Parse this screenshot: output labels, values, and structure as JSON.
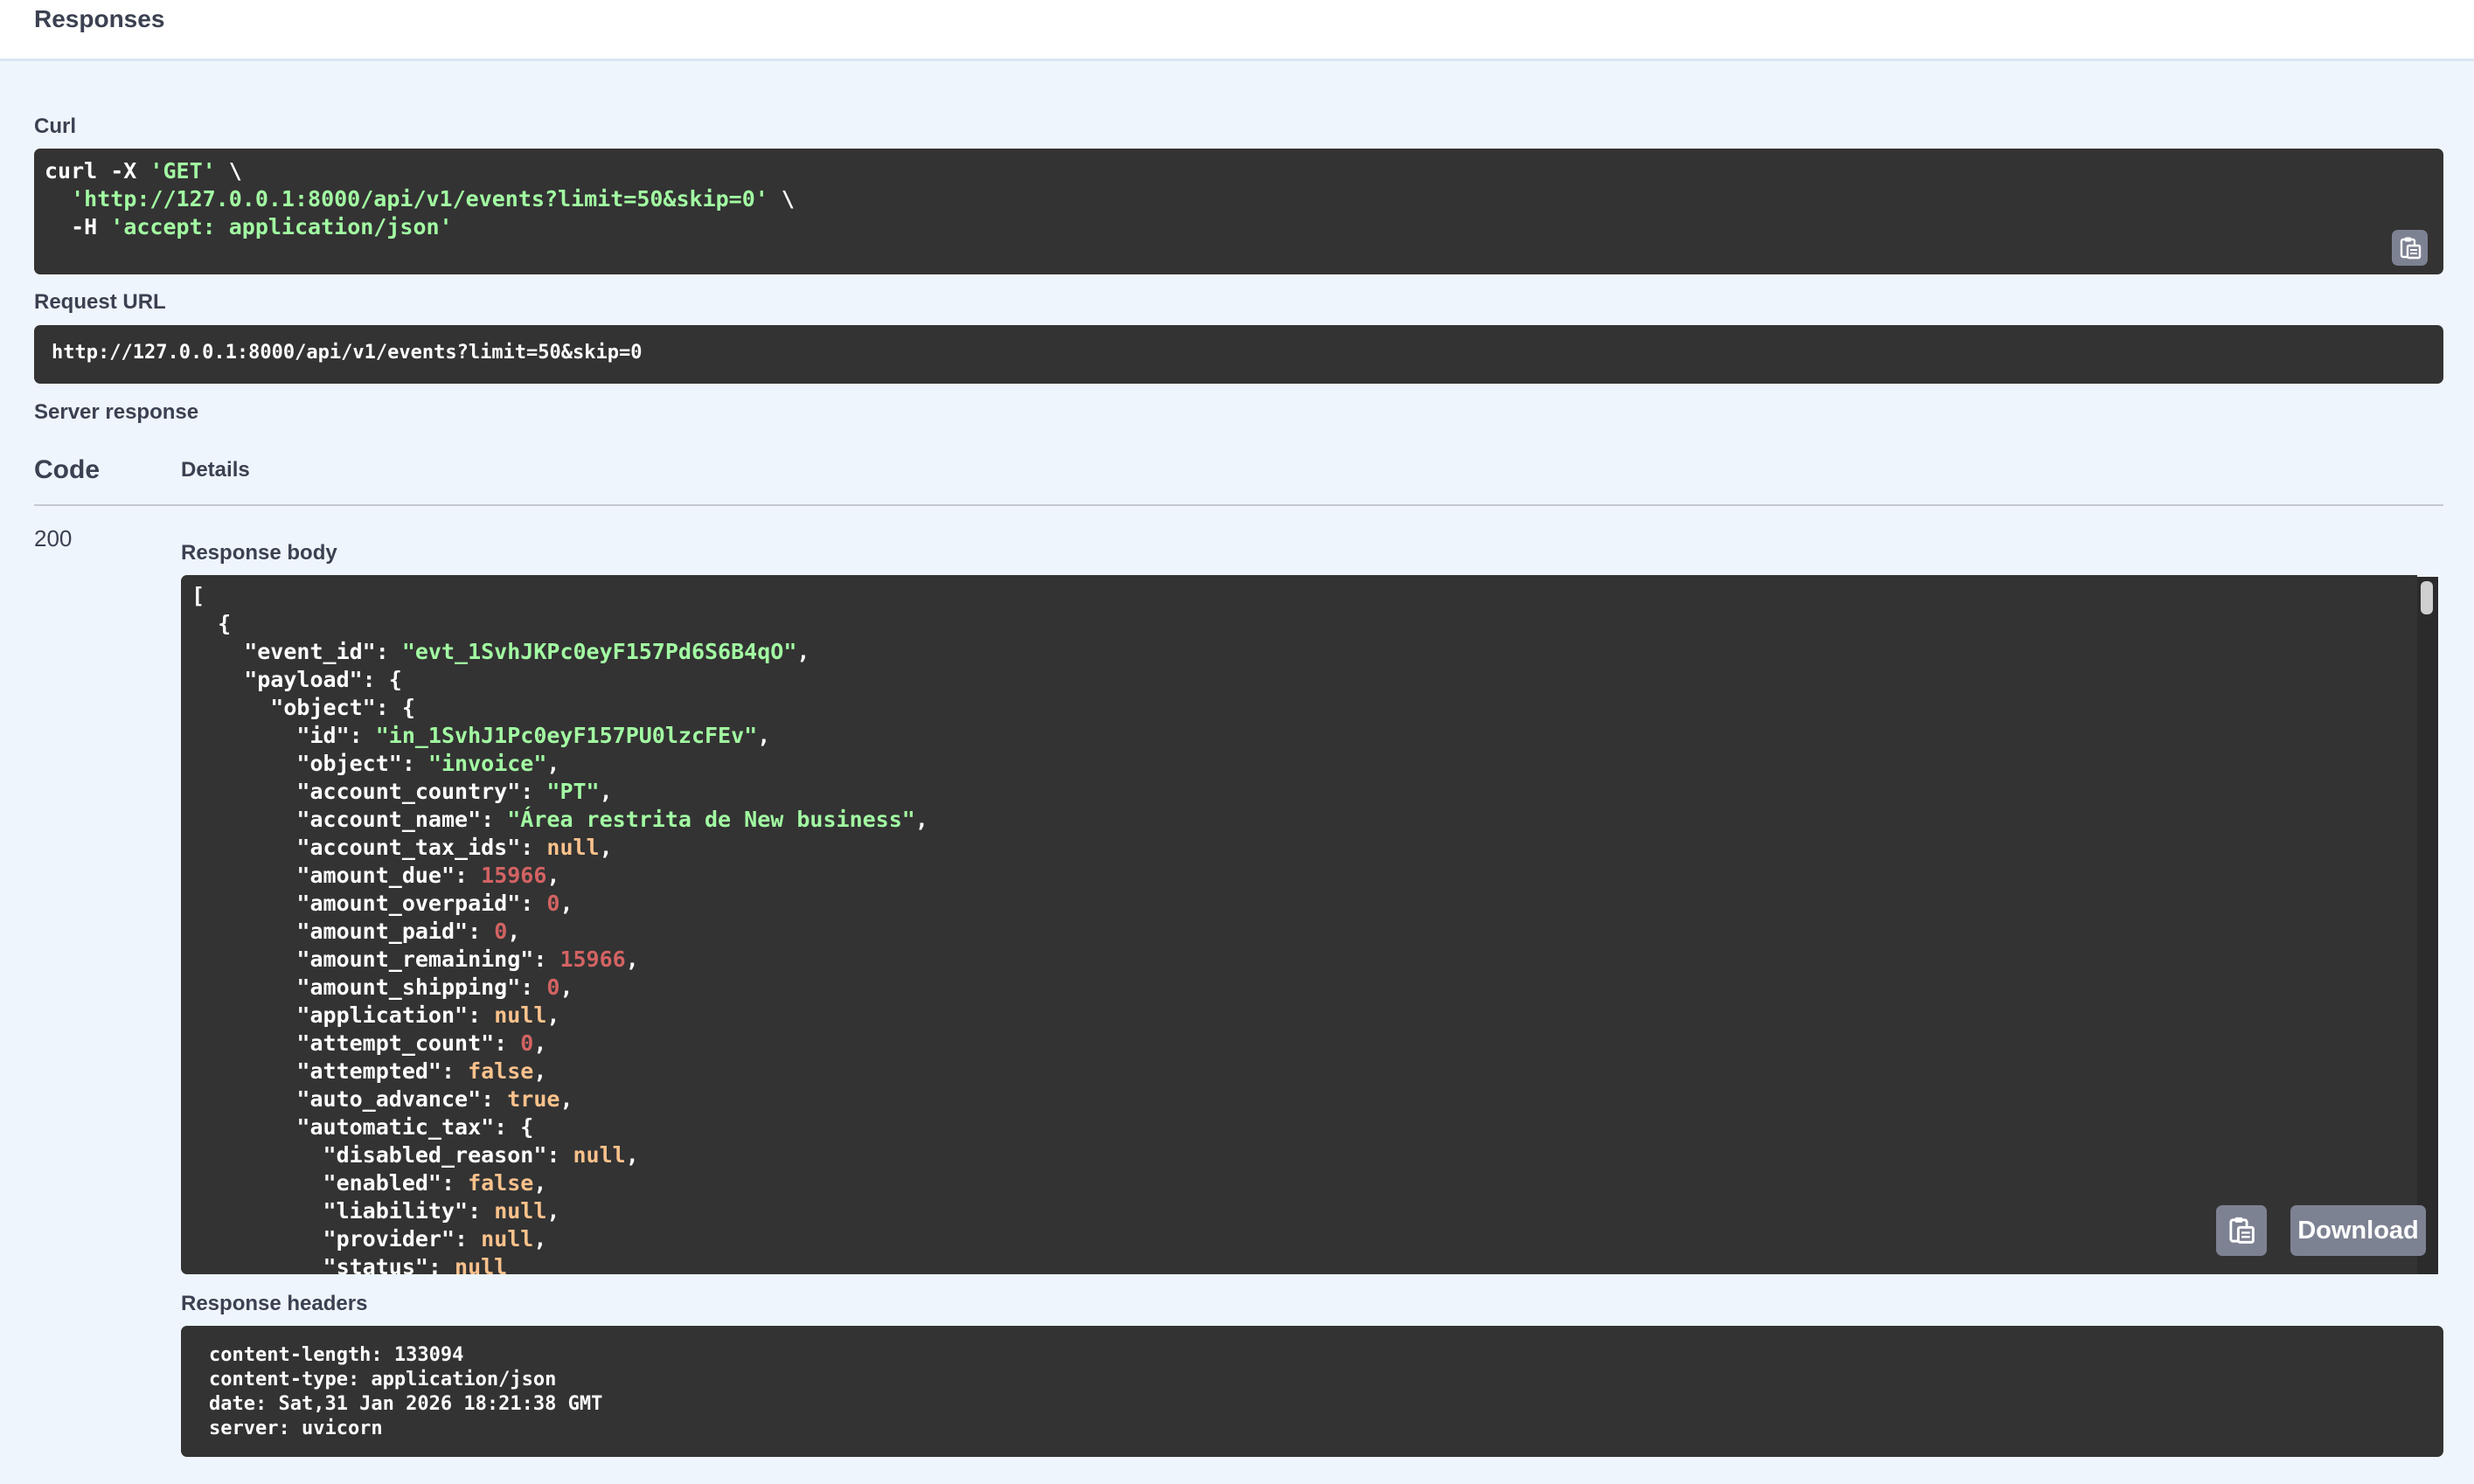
{
  "header": {
    "title": "Responses"
  },
  "curl": {
    "label": "Curl",
    "line1_cmd": "curl -X ",
    "line1_method": "'GET'",
    "line1_tail": " \\",
    "line2_indent": "  ",
    "line2_url": "'http://127.0.0.1:8000/api/v1/events?limit=50&skip=0'",
    "line2_tail": " \\",
    "line3_flag": "  -H ",
    "line3_header": "'accept: application/json'"
  },
  "request_url": {
    "label": "Request URL",
    "value": "http://127.0.0.1:8000/api/v1/events?limit=50&skip=0"
  },
  "server_response": {
    "label": "Server response",
    "code_header": "Code",
    "details_header": "Details",
    "code": "200",
    "body_label": "Response body",
    "download_label": "Download",
    "headers_label": "Response headers"
  },
  "response_body_lines": [
    [
      {
        "t": "[",
        "c": "key"
      }
    ],
    [
      {
        "t": "  {",
        "c": "key"
      }
    ],
    [
      {
        "t": "    \"event_id\": ",
        "c": "key"
      },
      {
        "t": "\"evt_1SvhJKPc0eyF157Pd6S6B4qO\"",
        "c": "str"
      },
      {
        "t": ",",
        "c": "key"
      }
    ],
    [
      {
        "t": "    \"payload\": {",
        "c": "key"
      }
    ],
    [
      {
        "t": "      \"object\": {",
        "c": "key"
      }
    ],
    [
      {
        "t": "        \"id\": ",
        "c": "key"
      },
      {
        "t": "\"in_1SvhJ1Pc0eyF157PU0lzcFEv\"",
        "c": "str"
      },
      {
        "t": ",",
        "c": "key"
      }
    ],
    [
      {
        "t": "        \"object\": ",
        "c": "key"
      },
      {
        "t": "\"invoice\"",
        "c": "str"
      },
      {
        "t": ",",
        "c": "key"
      }
    ],
    [
      {
        "t": "        \"account_country\": ",
        "c": "key"
      },
      {
        "t": "\"PT\"",
        "c": "str"
      },
      {
        "t": ",",
        "c": "key"
      }
    ],
    [
      {
        "t": "        \"account_name\": ",
        "c": "key"
      },
      {
        "t": "\"Área restrita de New business\"",
        "c": "str"
      },
      {
        "t": ",",
        "c": "key"
      }
    ],
    [
      {
        "t": "        \"account_tax_ids\": ",
        "c": "key"
      },
      {
        "t": "null",
        "c": "lit"
      },
      {
        "t": ",",
        "c": "key"
      }
    ],
    [
      {
        "t": "        \"amount_due\": ",
        "c": "key"
      },
      {
        "t": "15966",
        "c": "num"
      },
      {
        "t": ",",
        "c": "key"
      }
    ],
    [
      {
        "t": "        \"amount_overpaid\": ",
        "c": "key"
      },
      {
        "t": "0",
        "c": "num"
      },
      {
        "t": ",",
        "c": "key"
      }
    ],
    [
      {
        "t": "        \"amount_paid\": ",
        "c": "key"
      },
      {
        "t": "0",
        "c": "num"
      },
      {
        "t": ",",
        "c": "key"
      }
    ],
    [
      {
        "t": "        \"amount_remaining\": ",
        "c": "key"
      },
      {
        "t": "15966",
        "c": "num"
      },
      {
        "t": ",",
        "c": "key"
      }
    ],
    [
      {
        "t": "        \"amount_shipping\": ",
        "c": "key"
      },
      {
        "t": "0",
        "c": "num"
      },
      {
        "t": ",",
        "c": "key"
      }
    ],
    [
      {
        "t": "        \"application\": ",
        "c": "key"
      },
      {
        "t": "null",
        "c": "lit"
      },
      {
        "t": ",",
        "c": "key"
      }
    ],
    [
      {
        "t": "        \"attempt_count\": ",
        "c": "key"
      },
      {
        "t": "0",
        "c": "num"
      },
      {
        "t": ",",
        "c": "key"
      }
    ],
    [
      {
        "t": "        \"attempted\": ",
        "c": "key"
      },
      {
        "t": "false",
        "c": "lit"
      },
      {
        "t": ",",
        "c": "key"
      }
    ],
    [
      {
        "t": "        \"auto_advance\": ",
        "c": "key"
      },
      {
        "t": "true",
        "c": "lit"
      },
      {
        "t": ",",
        "c": "key"
      }
    ],
    [
      {
        "t": "        \"automatic_tax\": {",
        "c": "key"
      }
    ],
    [
      {
        "t": "          \"disabled_reason\": ",
        "c": "key"
      },
      {
        "t": "null",
        "c": "lit"
      },
      {
        "t": ",",
        "c": "key"
      }
    ],
    [
      {
        "t": "          \"enabled\": ",
        "c": "key"
      },
      {
        "t": "false",
        "c": "lit"
      },
      {
        "t": ",",
        "c": "key"
      }
    ],
    [
      {
        "t": "          \"liability\": ",
        "c": "key"
      },
      {
        "t": "null",
        "c": "lit"
      },
      {
        "t": ",",
        "c": "key"
      }
    ],
    [
      {
        "t": "          \"provider\": ",
        "c": "key"
      },
      {
        "t": "null",
        "c": "lit"
      },
      {
        "t": ",",
        "c": "key"
      }
    ],
    [
      {
        "t": "          \"status\": ",
        "c": "key"
      },
      {
        "t": "null",
        "c": "lit"
      }
    ]
  ],
  "response_headers": [
    "content-length: 133094",
    "content-type: application/json",
    "date: Sat,31 Jan 2026 18:21:38 GMT",
    "server: uvicorn"
  ],
  "icons": {
    "copy": "clipboard-copy-icon"
  },
  "colors": {
    "code_bg": "#333333",
    "string": "#a2fca2",
    "number": "#d36363",
    "literal": "#fcc28c",
    "button": "#7d8293",
    "page_bg": "#eef5fc"
  }
}
